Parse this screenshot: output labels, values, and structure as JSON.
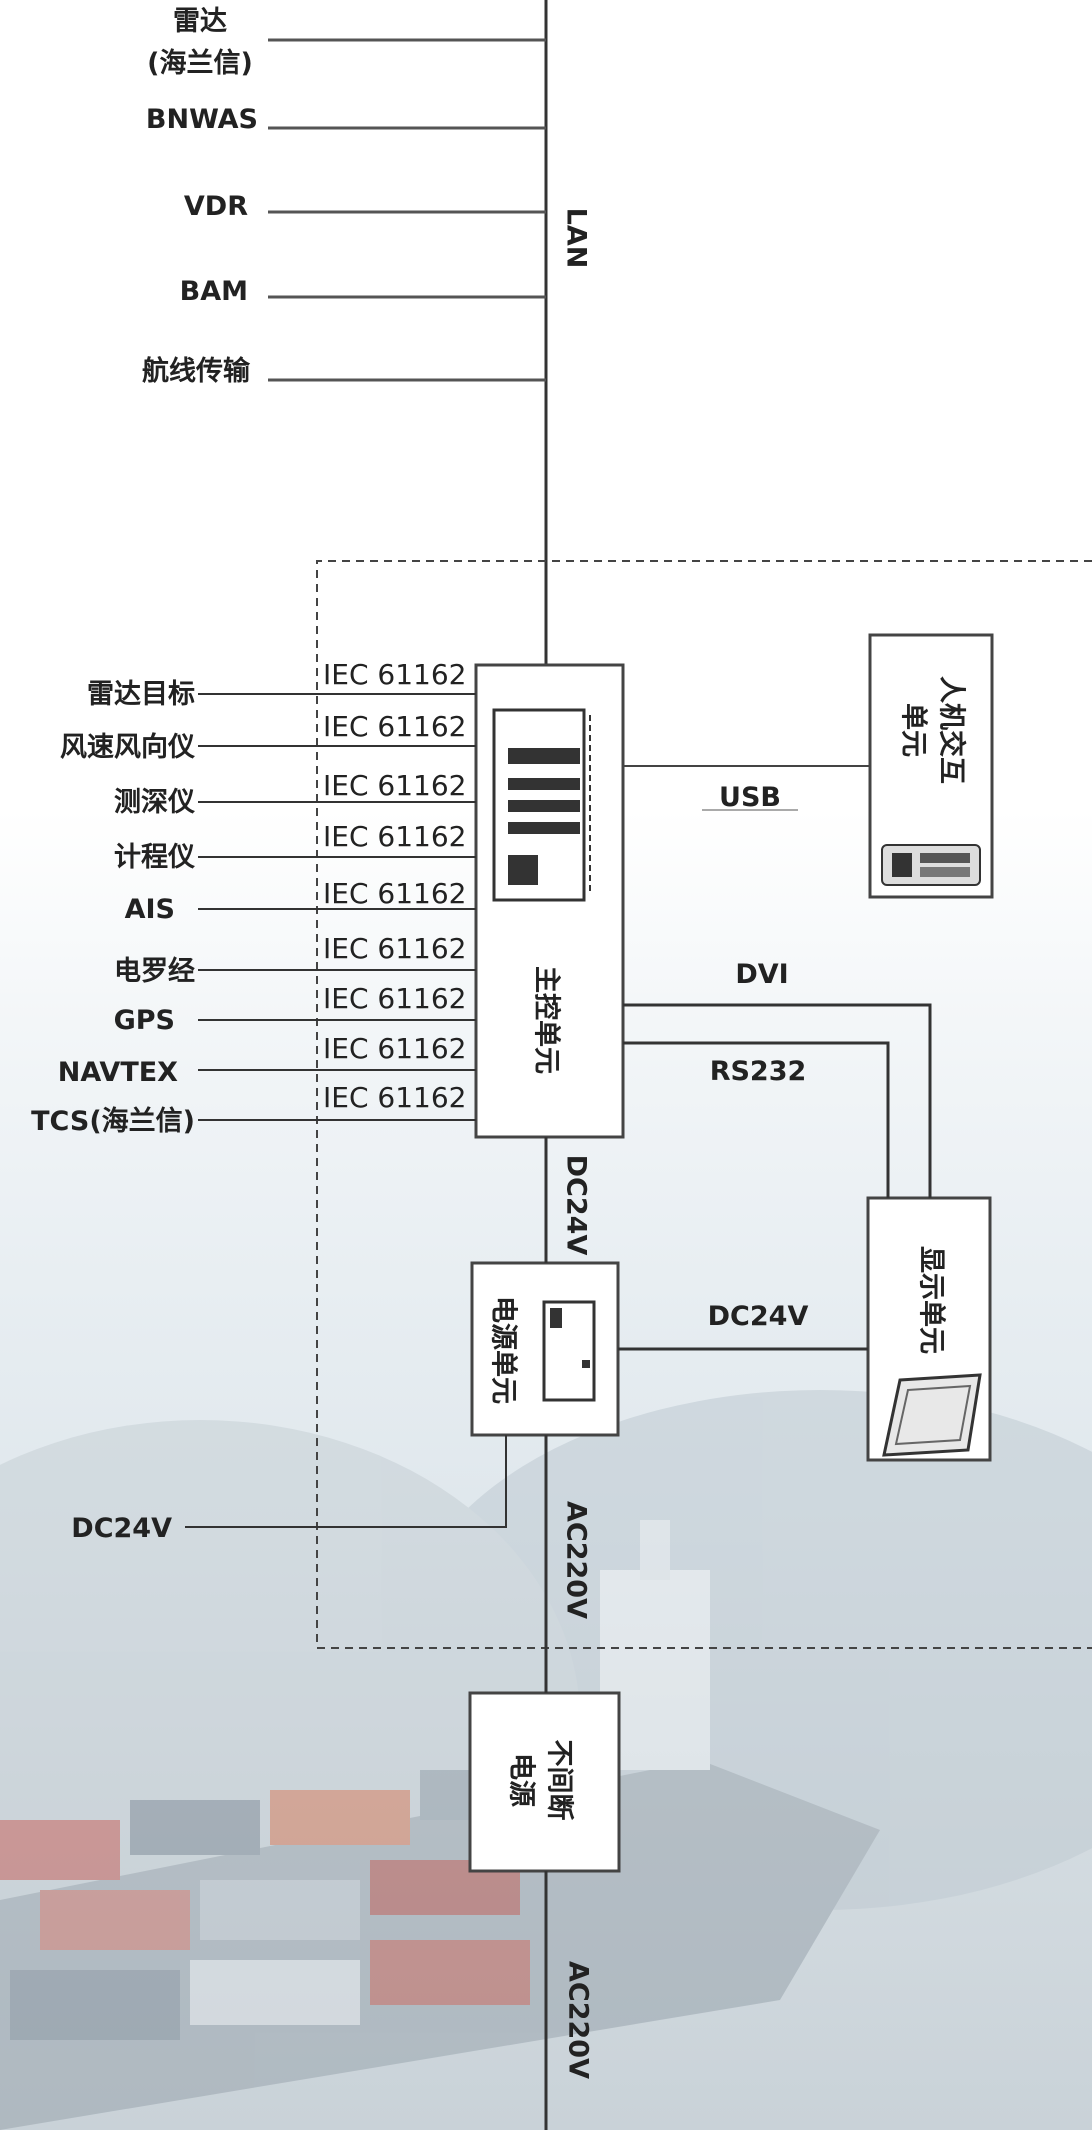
{
  "lan_devices": [
    {
      "id": "radar",
      "lines": [
        "雷达",
        "(海兰信)"
      ]
    },
    {
      "id": "bnwas",
      "lines": [
        "BNWAS"
      ]
    },
    {
      "id": "vdr",
      "lines": [
        "VDR"
      ]
    },
    {
      "id": "bam",
      "lines": [
        "BAM"
      ]
    },
    {
      "id": "route",
      "lines": [
        "航线传输"
      ]
    }
  ],
  "lan_label": "LAN",
  "sensors": [
    {
      "label": "雷达目标",
      "port": "IEC 61162"
    },
    {
      "label": "风速风向仪",
      "port": "IEC 61162"
    },
    {
      "label": "测深仪",
      "port": "IEC 61162"
    },
    {
      "label": "计程仪",
      "port": "IEC 61162"
    },
    {
      "label": "AIS",
      "port": "IEC 61162"
    },
    {
      "label": "电罗经",
      "port": "IEC 61162"
    },
    {
      "label": "GPS",
      "port": "IEC 61162"
    },
    {
      "label": "NAVTEX",
      "port": "IEC 61162"
    },
    {
      "label": "TCS(海兰信)",
      "port": "IEC 61162"
    }
  ],
  "units": {
    "main": "主控单元",
    "hmi": [
      "人机交互",
      "单元"
    ],
    "display": "显示单元",
    "power": "电源单元",
    "ups": [
      "不间断",
      "电源"
    ]
  },
  "links": {
    "usb": "USB",
    "dvi": "DVI",
    "rs232": "RS232",
    "dc24v_main": "DC24V",
    "dc24v_display": "DC24V",
    "dc24v_input": "DC24V",
    "ac220v_upper": "AC220V",
    "ac220v_lower": "AC220V"
  },
  "colors": {
    "line": "#333333",
    "text": "#222222",
    "box_fill": "#ffffff"
  }
}
